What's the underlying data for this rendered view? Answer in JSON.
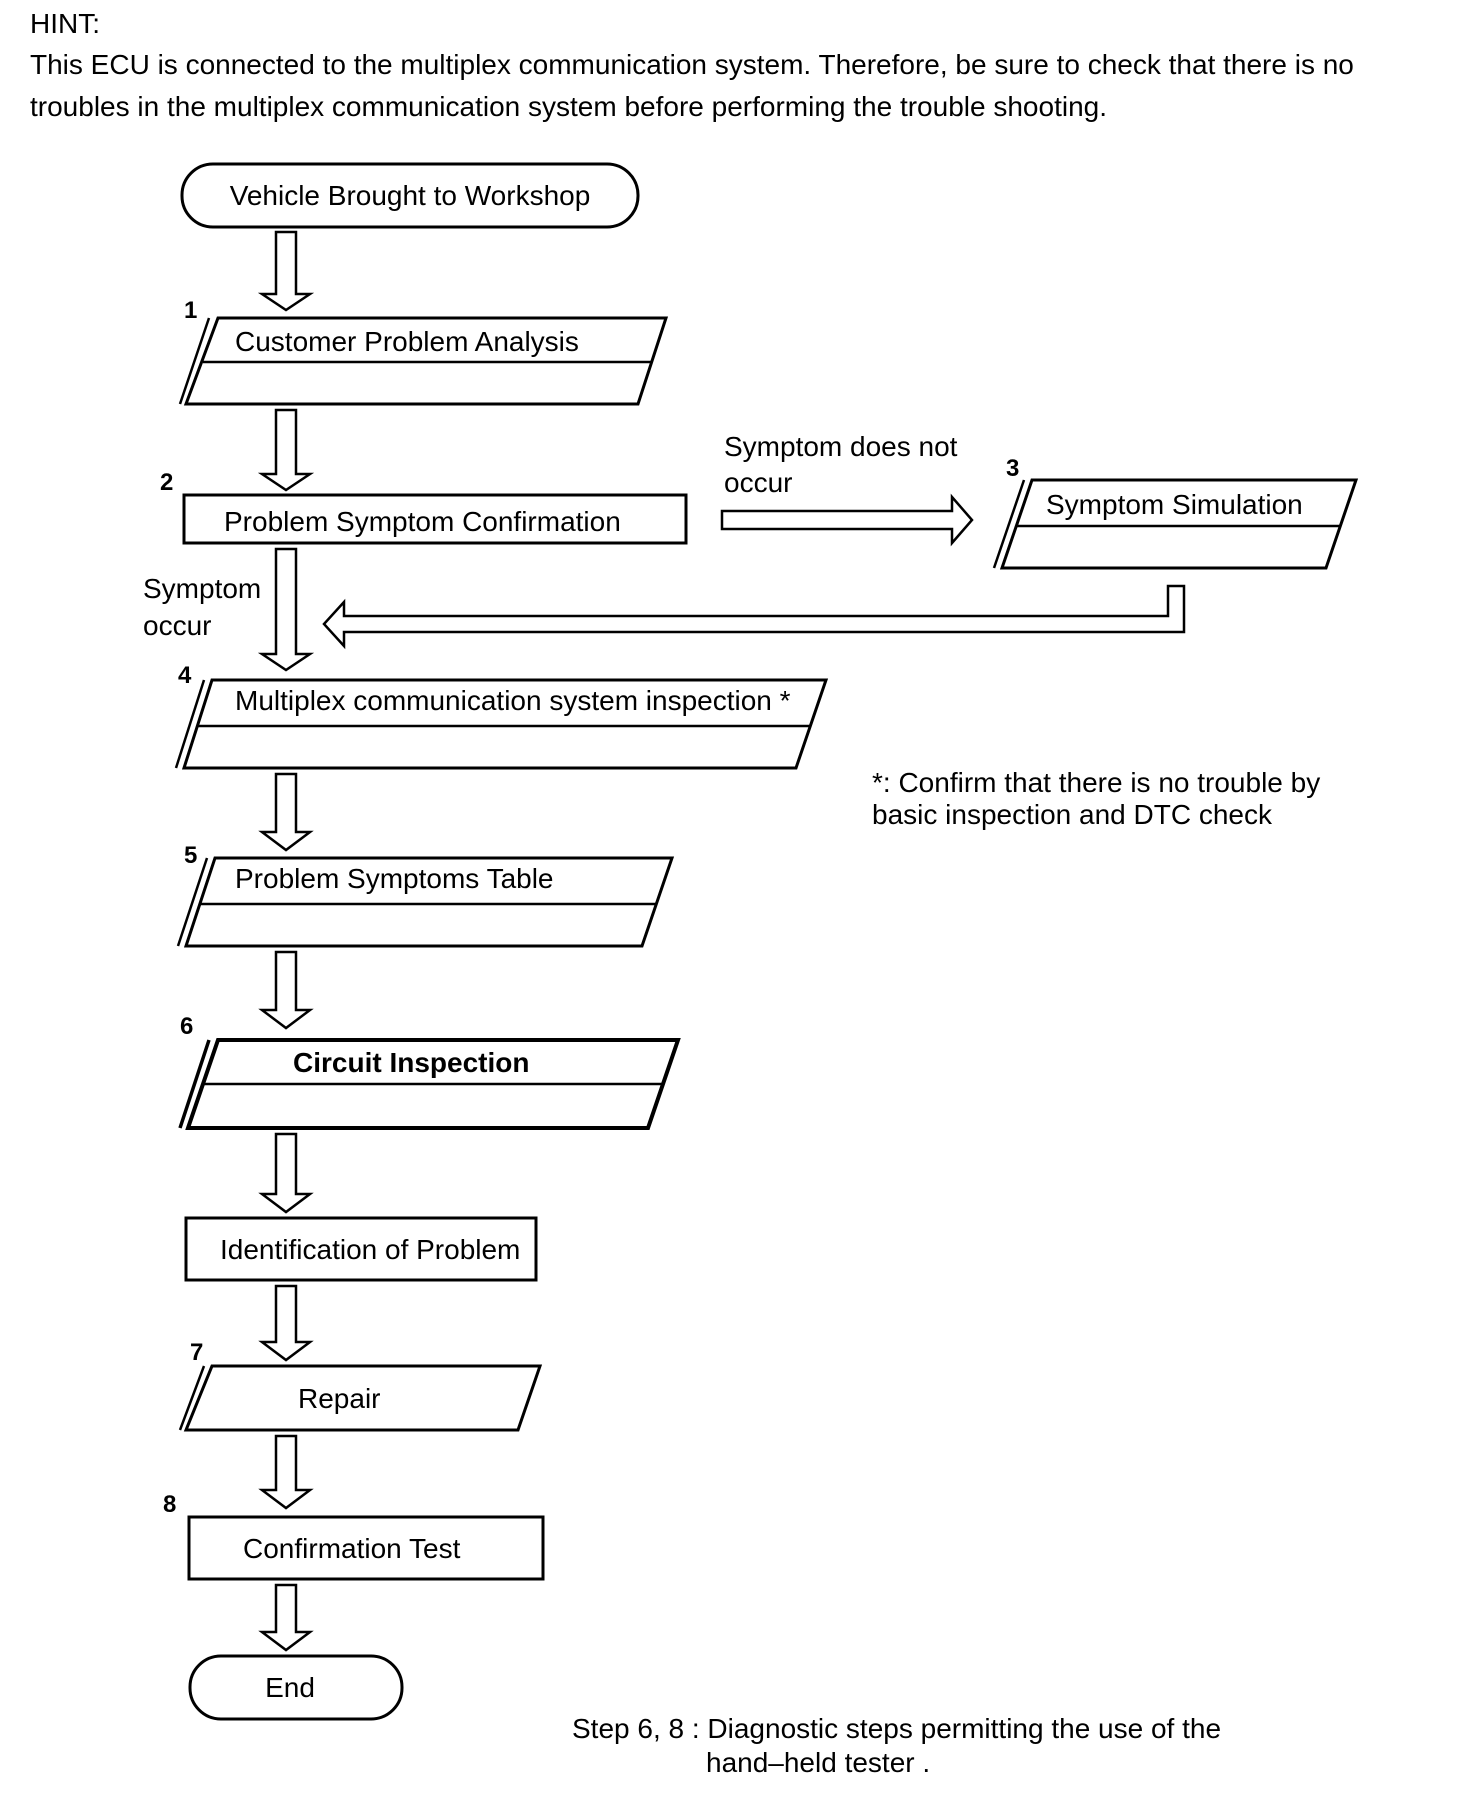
{
  "hint": {
    "title": "HINT:",
    "text": "This ECU is connected to the multiplex communication system. Therefore, be sure to check that there is no troubles in the multiplex communication system before performing the trouble shooting."
  },
  "flow": {
    "start": "Vehicle Brought to Workshop",
    "step1": {
      "num": "1",
      "label": "Customer Problem Analysis"
    },
    "step2": {
      "num": "2",
      "label": "Problem Symptom Confirmation"
    },
    "step3": {
      "num": "3",
      "label": "Symptom Simulation"
    },
    "step4": {
      "num": "4",
      "label": "Multiplex communication system inspection *"
    },
    "step5": {
      "num": "5",
      "label": "Problem Symptoms Table"
    },
    "step6": {
      "num": "6",
      "label": "Circuit Inspection"
    },
    "identification": "Identification of Problem",
    "step7": {
      "num": "7",
      "label": "Repair"
    },
    "step8": {
      "num": "8",
      "label": "Confirmation Test"
    },
    "end": "End",
    "branch_no": {
      "line1": "Symptom does not",
      "line2": "occur"
    },
    "branch_yes": {
      "line1": "Symptom",
      "line2": "occur"
    }
  },
  "notes": {
    "asterisk_line1": "*: Confirm that there is no trouble by",
    "asterisk_line2": "basic inspection and DTC check",
    "steps_line1": "Step 6, 8 : Diagnostic steps permitting the use of the",
    "steps_line2": "hand–held tester ."
  }
}
